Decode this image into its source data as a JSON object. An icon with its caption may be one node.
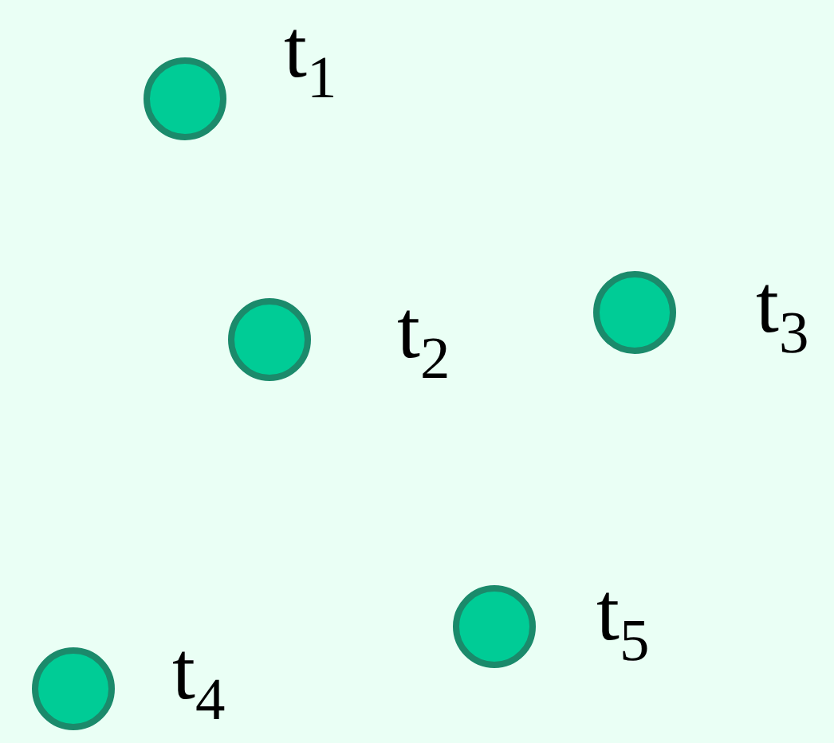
{
  "diagram": {
    "nodes": [
      {
        "text": [],
        "shape": "circle",
        "beside": [
          "t$_{1}$"
        ]
      },
      {
        "text": [],
        "shape": "circle",
        "beside": [
          "t$_{2}$"
        ]
      },
      {
        "text": [],
        "shape": "circle",
        "beside": [
          "t$_{3}$"
        ]
      },
      {
        "text": [],
        "shape": "circle",
        "beside": [
          "t$_{4}$"
        ]
      },
      {
        "text": [],
        "shape": "circle",
        "beside": [
          "t$_{5}$"
        ]
      }
    ]
  }
}
